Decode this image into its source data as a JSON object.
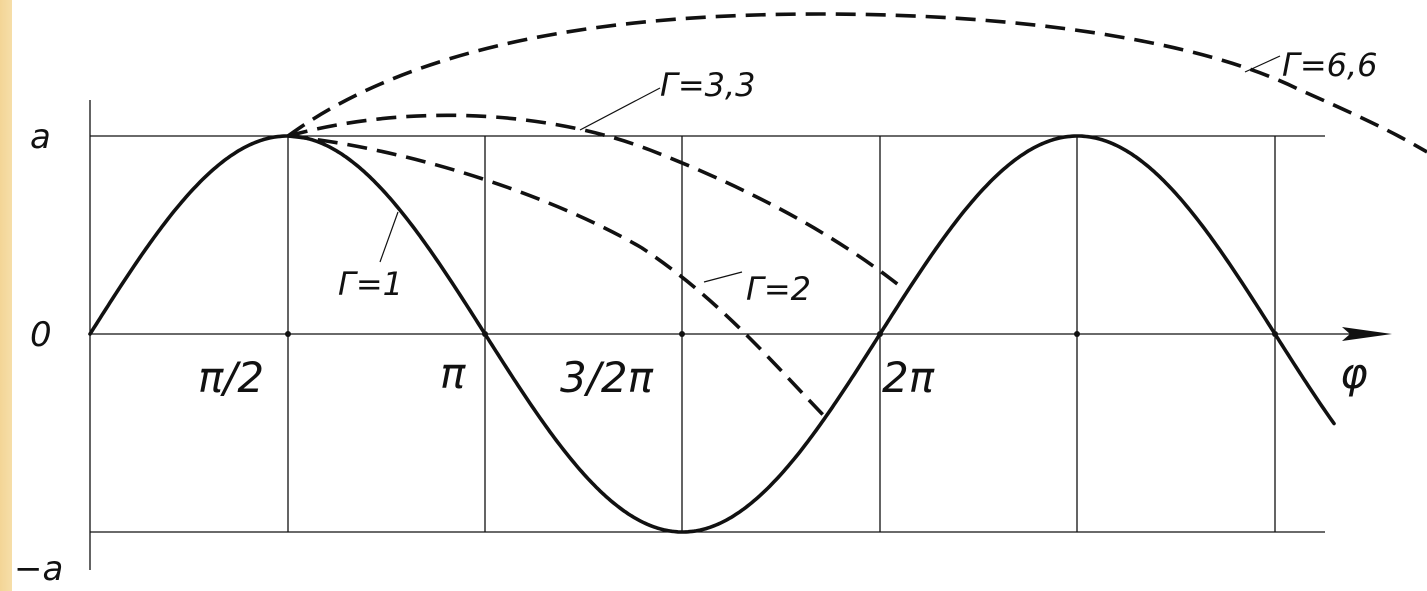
{
  "y_labels": {
    "top": "a",
    "zero": "0",
    "bottom": "−a"
  },
  "x_labels": {
    "pi_half": "π/2",
    "pi": "π",
    "three_half_pi": "3/2π",
    "two_pi": "2π",
    "axis": "φ"
  },
  "curve_labels": {
    "g1": "Г=1",
    "g2": "Г=2",
    "g33": "Г=3,3",
    "g66": "Г=6,6"
  },
  "colors": {
    "ink": "#111111",
    "background": "#f6dfaa"
  }
}
